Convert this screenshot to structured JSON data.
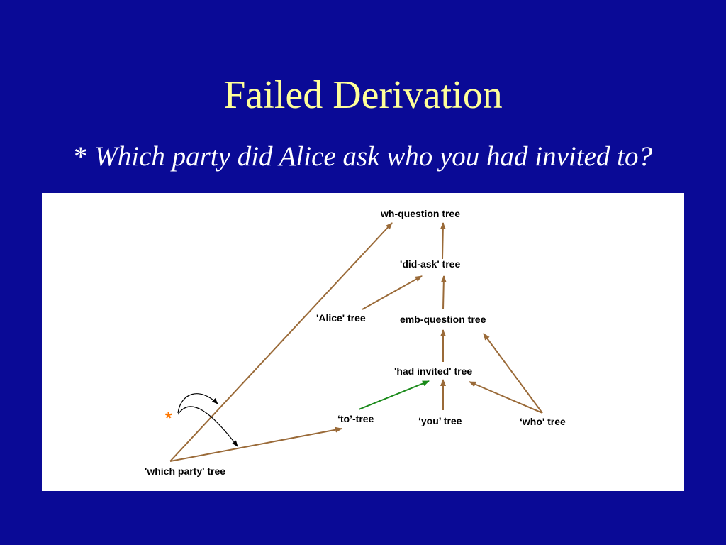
{
  "slide": {
    "title": "Failed Derivation",
    "subtitle_star": "*",
    "subtitle_sentence": "Which party did Alice ask who you had invited to?"
  },
  "diagram": {
    "nodes": {
      "wh_question": "wh-question tree",
      "did_ask": "'did-ask' tree",
      "alice": "'Alice' tree",
      "emb_question": "emb-question  tree",
      "had_invited": "'had invited' tree",
      "to": "‘to’-tree",
      "you": "‘you’ tree",
      "who": "‘who' tree",
      "which_party": "'which party' tree"
    },
    "star_mark": "*",
    "colors": {
      "arrow": "#9a6a38",
      "failed_arrow": "#1a8a1a",
      "black_arrow": "#000000",
      "mark": "#ff7700"
    }
  }
}
